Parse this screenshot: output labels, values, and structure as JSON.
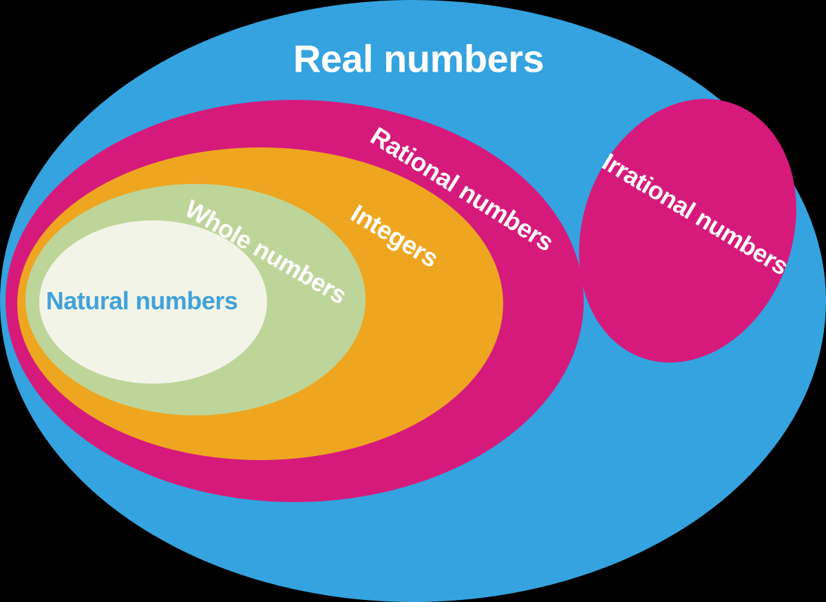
{
  "diagram": {
    "type": "euler-set-diagram",
    "title": "Real numbers",
    "background": "#000000",
    "sets": [
      {
        "id": "real",
        "label": "Real numbers",
        "color": "#34A3DF",
        "text_color": "#FFFFFF",
        "contains": [
          "rational",
          "irrational"
        ]
      },
      {
        "id": "rational",
        "label": "Rational numbers",
        "color": "#D61A7C",
        "text_color": "#FFFFFF",
        "contains": [
          "integers"
        ]
      },
      {
        "id": "integers",
        "label": "Integers",
        "color": "#EEA620",
        "text_color": "#FFFFFF",
        "contains": [
          "whole"
        ]
      },
      {
        "id": "whole",
        "label": "Whole numbers",
        "color": "#BED59A",
        "text_color": "#FFFFFF",
        "contains": [
          "natural"
        ]
      },
      {
        "id": "natural",
        "label": "Natural numbers",
        "color": "#F3F4E8",
        "text_color": "#3FA2DB",
        "contains": []
      },
      {
        "id": "irrational",
        "label": "Irrational numbers",
        "color": "#D61A7C",
        "text_color": "#FFFFFF",
        "contains": []
      }
    ]
  }
}
